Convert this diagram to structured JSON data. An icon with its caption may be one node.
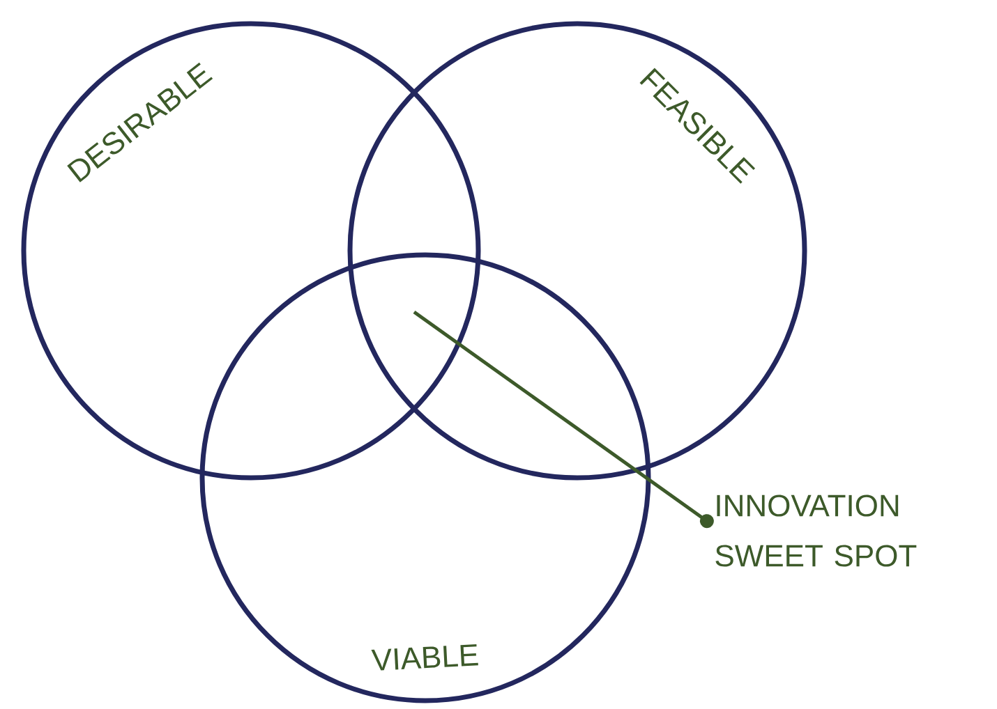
{
  "diagram": {
    "nodes": [
      {
        "text": [
          "DESIRABLE"
        ]
      },
      {
        "text": [
          "FEASIBLE"
        ]
      },
      {
        "text": [
          "VIABLE"
        ]
      },
      {
        "text": [
          "INNOVATION SWEET SPOT"
        ]
      }
    ],
    "edges": [
      {
        "from": 3,
        "to": 2,
        "arrow": "other"
      }
    ]
  }
}
